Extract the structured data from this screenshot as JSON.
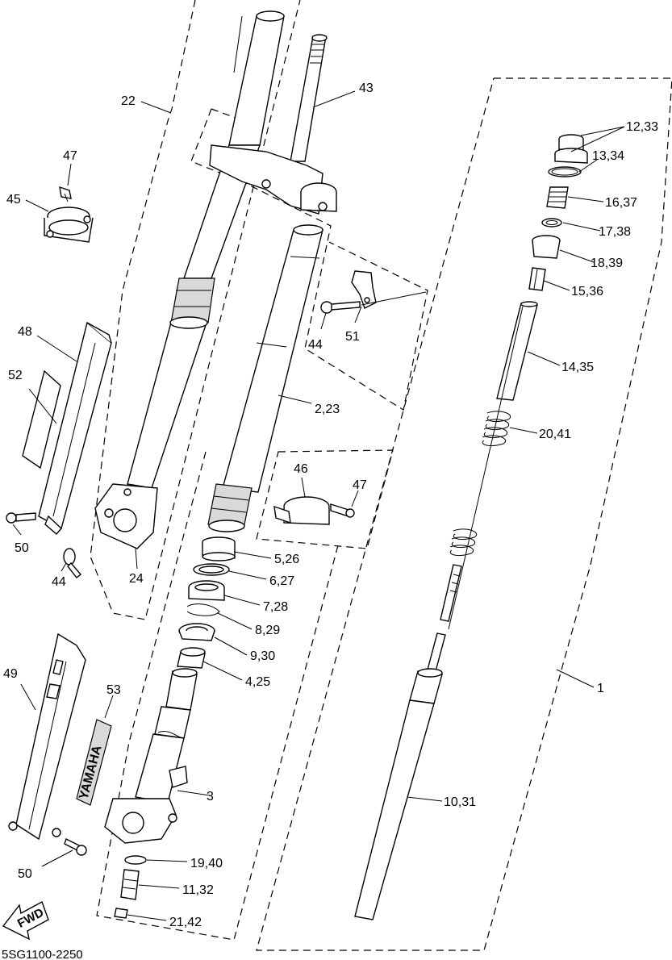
{
  "diagram_code": "5SG1100-2250",
  "fwd_label": "FWD",
  "brand_text": "YAMAHA",
  "callouts": {
    "c1": "1",
    "c2_23": "2,23",
    "c3": "3",
    "c4_25": "4,25",
    "c5_26": "5,26",
    "c6_27": "6,27",
    "c7_28": "7,28",
    "c8_29": "8,29",
    "c9_30": "9,30",
    "c10_31": "10,31",
    "c11_32": "11,32",
    "c12_33": "12,33",
    "c13_34": "13,34",
    "c14_35": "14,35",
    "c15_36": "15,36",
    "c16_37": "16,37",
    "c17_38": "17,38",
    "c18_39": "18,39",
    "c19_40": "19,40",
    "c20_41": "20,41",
    "c21_42": "21,42",
    "c22": "22",
    "c24": "24",
    "c43": "43",
    "c44a": "44",
    "c44b": "44",
    "c45": "45",
    "c46": "46",
    "c47a": "47",
    "c47b": "47",
    "c48": "48",
    "c49": "49",
    "c50a": "50",
    "c50b": "50",
    "c51": "51",
    "c52": "52",
    "c53": "53"
  }
}
